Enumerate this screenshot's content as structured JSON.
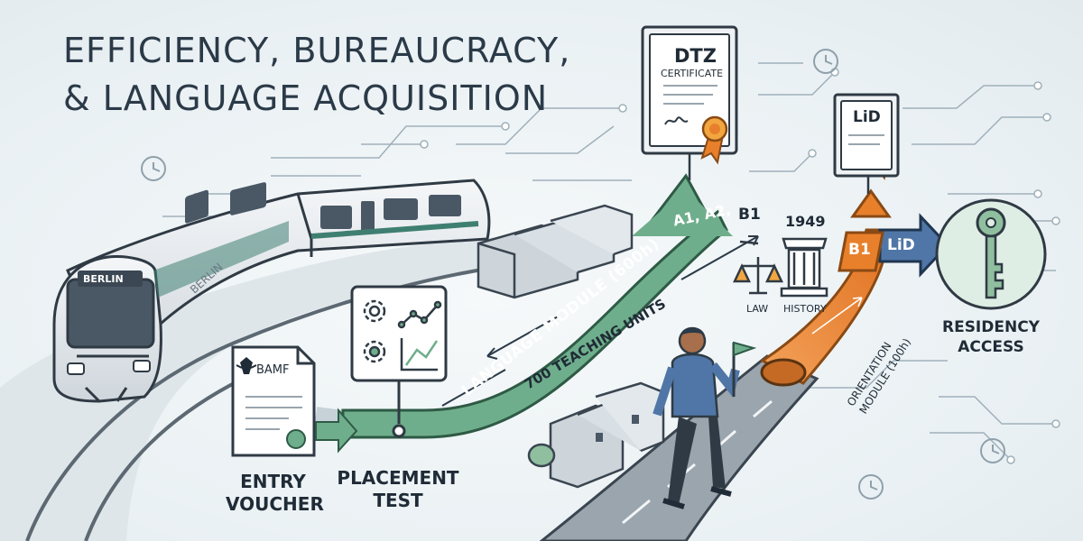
{
  "title": {
    "line1": "EFFICIENCY, BUREAUCRACY,",
    "line2": "& LANGUAGE ACQUISITION"
  },
  "train": {
    "front_sign": "BERLIN",
    "side_text": "BERLIN"
  },
  "bamf": {
    "header": "BAMF"
  },
  "entry_voucher": {
    "label_line1": "ENTRY",
    "label_line2": "VOUCHER"
  },
  "placement_test": {
    "label_line1": "PLACEMENT",
    "label_line2": "TEST"
  },
  "language_module": {
    "label": "LANGUAGE MODULE (600h)",
    "levels": "A1, A2,",
    "target_level": "B1"
  },
  "teaching_units": {
    "label": "700 TEACHING UNITS"
  },
  "dtz_certificate": {
    "title": "DTZ",
    "subtitle": "CERTIFICATE"
  },
  "lid_certificate": {
    "title": "LiD"
  },
  "law": {
    "label": "LAW"
  },
  "history": {
    "year": "1949",
    "label": "HISTORY"
  },
  "orientation_module": {
    "line1": "ORIENTATION",
    "line2": "MODULE (100h)",
    "level": "B1",
    "test": "LiD"
  },
  "residency": {
    "label_line1": "RESIDENCY",
    "label_line2": "ACCESS"
  },
  "colors": {
    "green_path": "#6fae8c",
    "orange_path": "#e98a3c",
    "blue_arrow": "#4f76a6",
    "ink": "#2b3a48"
  },
  "icons": [
    "bamf-eagle-icon",
    "gear-icon",
    "line-chart-icon",
    "scales-icon",
    "column-icon",
    "clock-icon",
    "key-icon",
    "flag-icon",
    "rosette-icon"
  ]
}
